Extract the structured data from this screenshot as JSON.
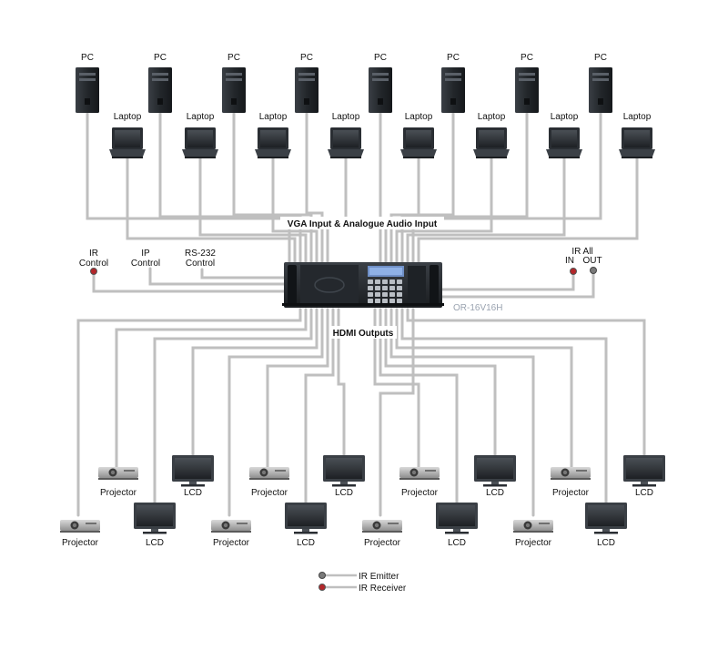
{
  "labels": {
    "pc": "PC",
    "laptop": "Laptop",
    "projector": "Projector",
    "lcd": "LCD",
    "vga_input": "VGA Input & Analogue Audio Input",
    "hdmi_outputs": "HDMI Outputs",
    "ir_control_1": "IR",
    "ir_control_2": "Control",
    "ip_control_1": "IP",
    "ip_control_2": "Control",
    "rs232_control_1": "RS-232",
    "rs232_control_2": "Control",
    "ir_all": "IR All",
    "ir_in": "IN",
    "ir_out": "OUT",
    "model": "OR-16V16H",
    "legend_emitter": "IR Emitter",
    "legend_receiver": "IR Receiver"
  },
  "colors": {
    "cable": "#bfbfbf",
    "device_dark": "#1e2226",
    "receiver": "#b3262a",
    "emitter": "#7a7a7a"
  }
}
